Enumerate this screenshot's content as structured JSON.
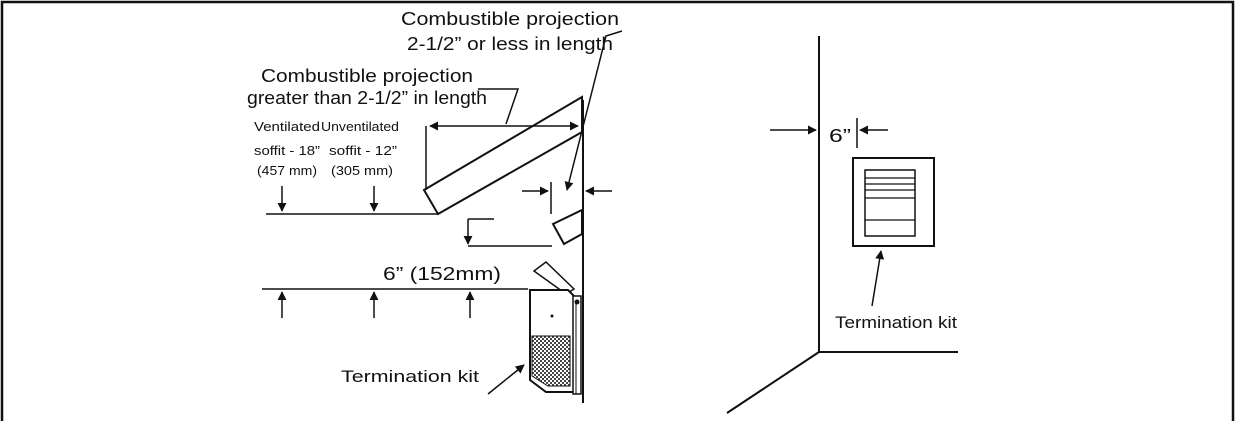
{
  "left_diagram": {
    "label_short_projection_line1": "Combustible projection",
    "label_short_projection_line2": "2-1/2” or less in length",
    "label_long_projection_line1": "Combustible projection",
    "label_long_projection_line2": "greater than 2-1/2” in length",
    "label_ventilated_line1": "Ventilated",
    "label_ventilated_line2": "soffit - 18”",
    "label_ventilated_line3": "(457 mm)",
    "label_unventilated_line1": "Unventilated",
    "label_unventilated_line2": "soffit - 12”",
    "label_unventilated_line3": "(305 mm)",
    "label_clearance": "6” (152mm)",
    "label_termination_kit": "Termination kit"
  },
  "right_diagram": {
    "label_side_clearance": "6”",
    "label_termination_kit": "Termination kit"
  },
  "colors": {
    "line": "#111111",
    "background": "#ffffff",
    "hatch": "#555555"
  }
}
